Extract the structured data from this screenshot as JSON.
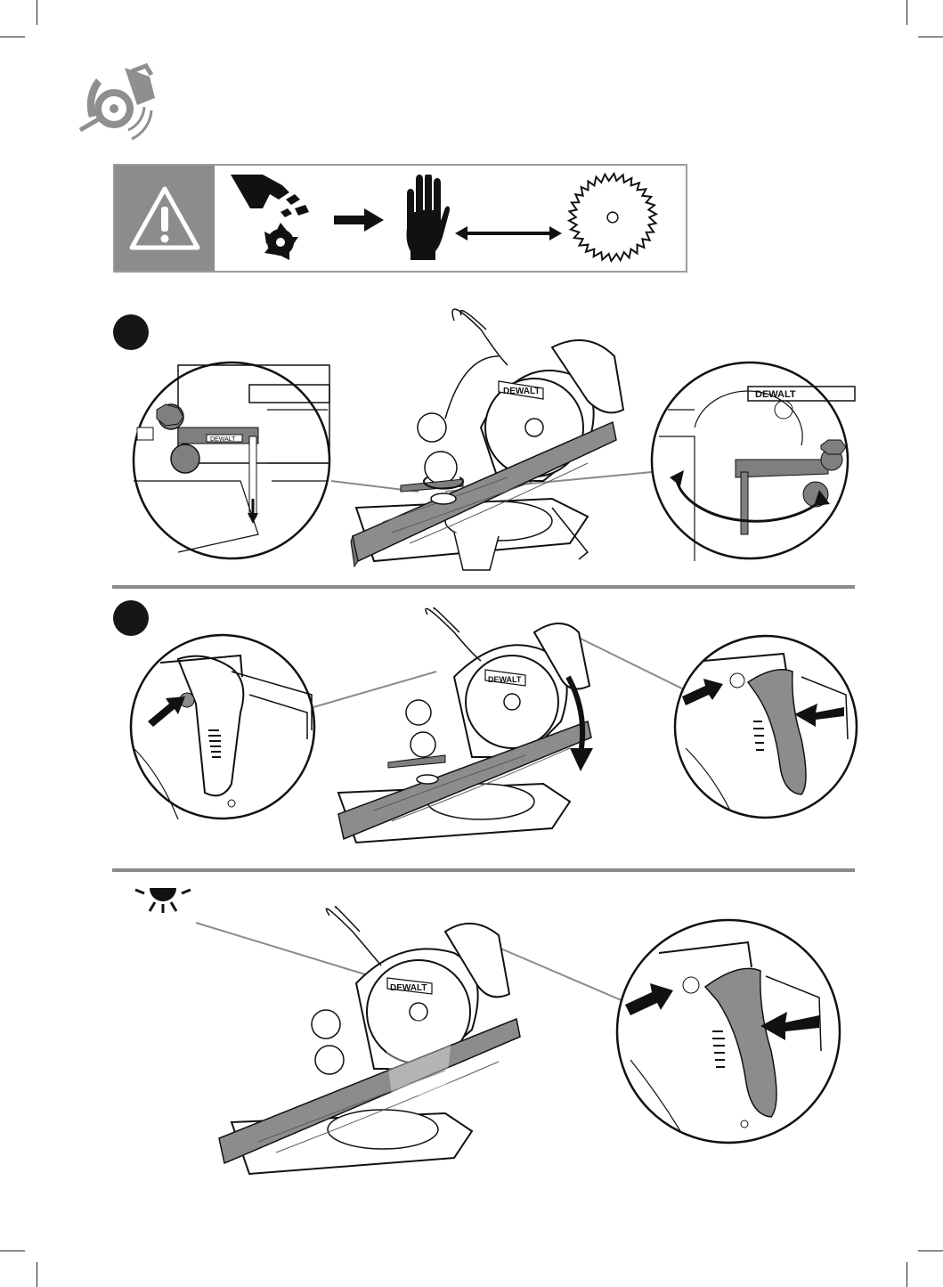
{
  "page": {
    "background": "#ffffff",
    "accent_grey": "#8c8c8c",
    "line_grey": "#8a8a8a"
  },
  "header_icon": "mitre-saw-rotating-icon",
  "warning_banner": {
    "icons": [
      "warning-triangle-icon",
      "hand-debris-icon",
      "arrow-right-icon",
      "hand-palm-icon",
      "double-arrow-icon",
      "saw-blade-icon"
    ]
  },
  "steps": [
    {
      "marker": "",
      "brand": "DEWALT"
    },
    {
      "marker": "",
      "brand": "DEWALT"
    },
    {
      "marker": "light-icon",
      "brand": "DEWALT"
    }
  ]
}
